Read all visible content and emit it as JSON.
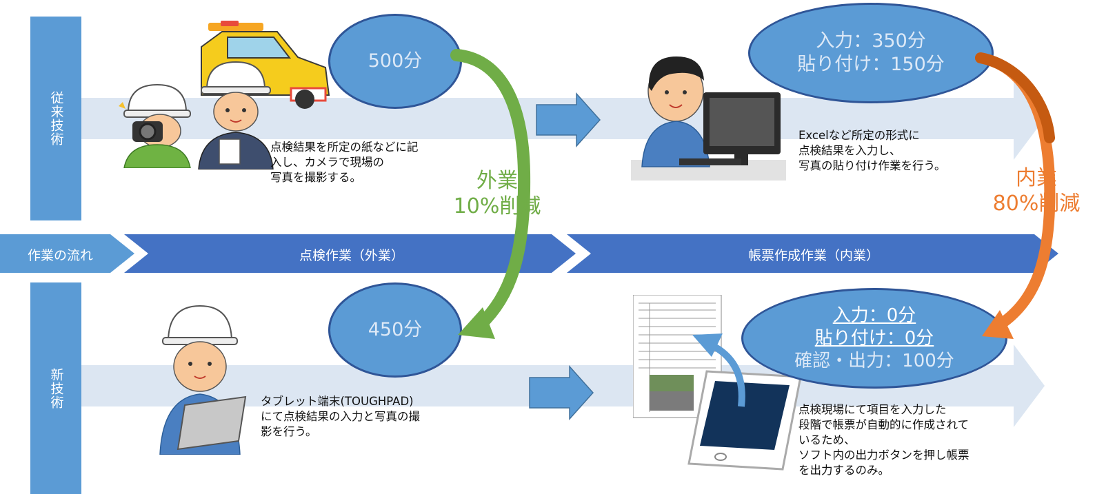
{
  "rows": {
    "conventional_label": "従来技術",
    "new_label": "新技術"
  },
  "flow": {
    "label": "作業の流れ",
    "stage_field": "点検作業（外業）",
    "stage_office": "帳票作成作業（内業）"
  },
  "conventional": {
    "field_time": "500分",
    "field_desc": [
      "点検結果を所定の紙などに記",
      "入し、カメラで現場の",
      "写真を撮影する。"
    ],
    "office_time_lines": [
      "入力：350分",
      "貼り付け：150分"
    ],
    "office_desc": [
      "Excelなど所定の形式に",
      "点検結果を入力し、",
      "写真の貼り付け作業を行う。"
    ]
  },
  "new": {
    "field_time": "450分",
    "field_desc": [
      "タブレット端末(TOUGHPAD)",
      "にて点検結果の入力と写真の撮",
      "影を行う。"
    ],
    "office_time_lines": [
      "入力：0分",
      "貼り付け：0分",
      "確認・出力：100分"
    ],
    "office_desc": [
      "点検現場にて項目を入力した",
      "段階で帳票が自動的に作成されて",
      "いるため、",
      "ソフト内の出力ボタンを押し帳票",
      "を出力するのみ。"
    ]
  },
  "reductions": {
    "field_lines": [
      "外業",
      "10%削減"
    ],
    "office_lines": [
      "内業",
      "80%削減"
    ]
  },
  "colors": {
    "arrow_light": "#dce6f2",
    "arrow_mid": "#5b9bd5",
    "flow_dark": "#4472c4",
    "green": "#70ad47",
    "orange": "#ed7d31"
  },
  "icons": [
    "inspection-car-icon",
    "camera-worker-icon",
    "notebook-worker-icon",
    "office-pc-worker-icon",
    "tablet-worker-icon",
    "report-document-icon",
    "tablet-icon"
  ]
}
